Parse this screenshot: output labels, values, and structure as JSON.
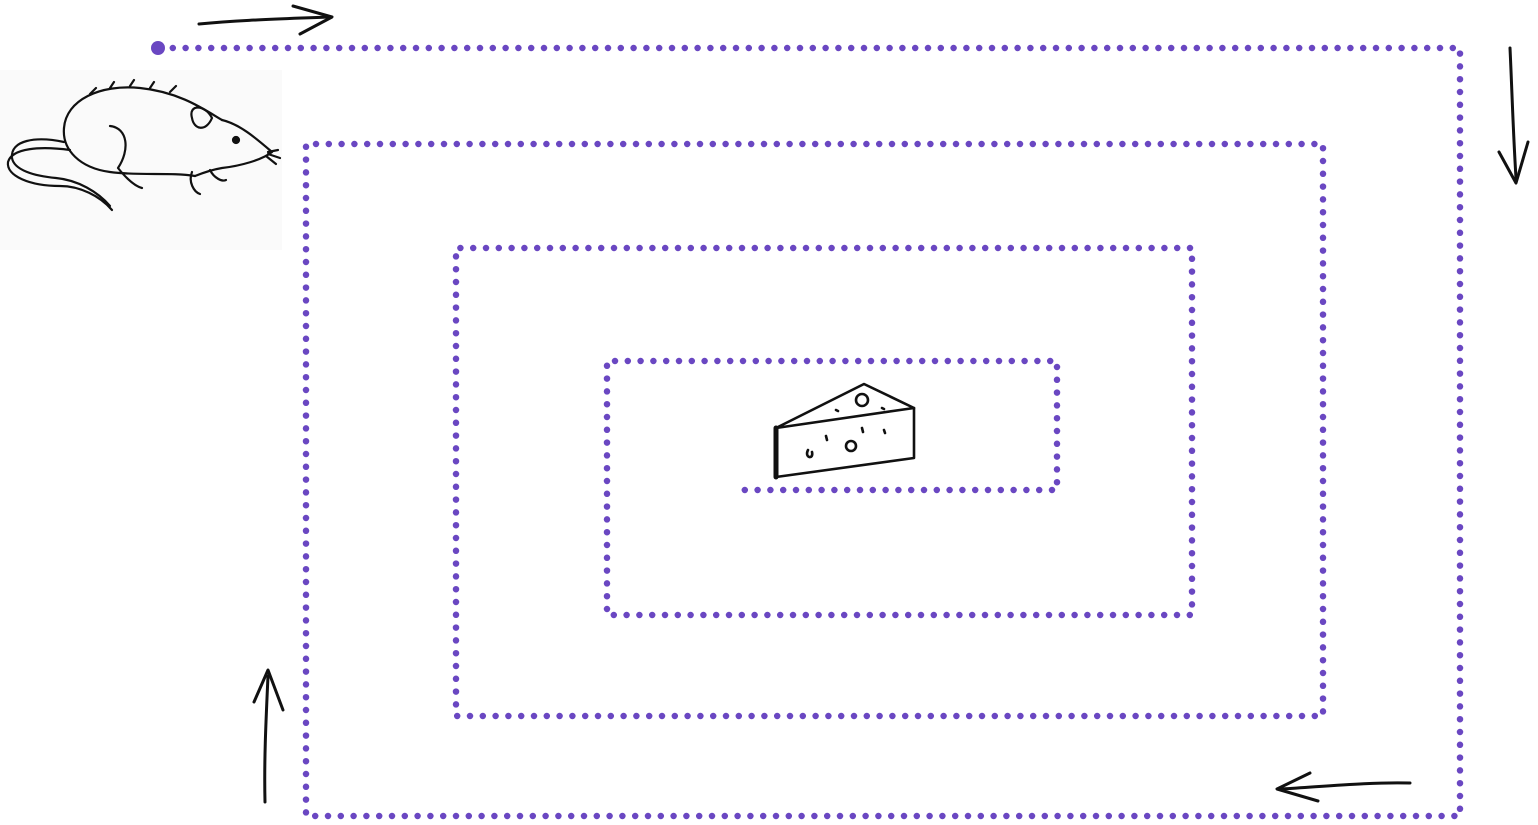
{
  "diagram": {
    "path_color": "#6a47c2",
    "ink_color": "#111111",
    "start_icon": "mouse-icon",
    "goal_icon": "cheese-icon",
    "spiral": {
      "direction": "clockwise-inward",
      "rings": 4
    },
    "direction_arrows": [
      "right",
      "down",
      "left",
      "up"
    ]
  }
}
